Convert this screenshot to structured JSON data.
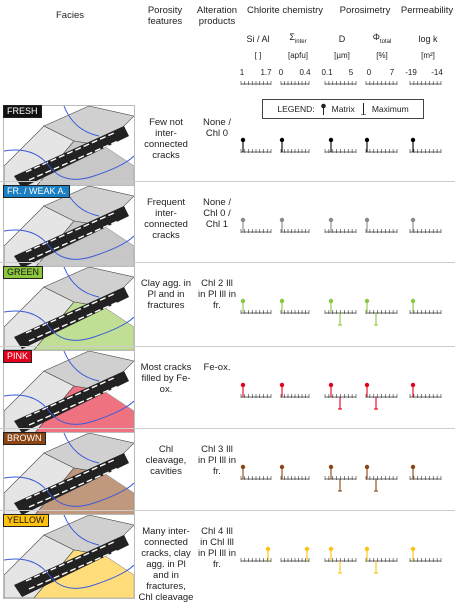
{
  "headers": {
    "facies": "Facies",
    "porosity_features": "Porosity features",
    "alteration_products": "Alteration products",
    "chlorite_chemistry": "Chlorite chemistry",
    "porosimetry": "Porosimetry",
    "permeability": "Permeability",
    "si_al": "Si / Al",
    "sigma": "Σ",
    "sigma_sub": "inter",
    "d": "D",
    "phi": "Φ",
    "phi_sub": "total",
    "logk": "log k",
    "unit_siai": "[ ]",
    "unit_sigma": "[apfu]",
    "unit_d": "[µm]",
    "unit_phi": "[%]",
    "unit_logk": "[m²]"
  },
  "axes": {
    "si_al": {
      "min": "1",
      "max": "1.7"
    },
    "sigma": {
      "min": "0",
      "max": "0.4"
    },
    "d": {
      "min": "0.1",
      "max": "5"
    },
    "phi": {
      "min": "0",
      "max": "7"
    },
    "logk": {
      "min": "-19",
      "max": "-14"
    }
  },
  "legend": {
    "title": "LEGEND:",
    "matrix": "Matrix",
    "maximum": "Maximum"
  },
  "facies": [
    {
      "name": "FRESH",
      "tag_bg": "#111111",
      "tag_fg": "#ffffff",
      "color": "#000000",
      "porosity": "Few not inter-connected cracks",
      "alteration": "None / Chl 0"
    },
    {
      "name": "FR. / WEAK A.",
      "tag_bg": "#1b7fc4",
      "tag_fg": "#ffffff",
      "color": "#888888",
      "porosity": "Frequent inter-connected cracks",
      "alteration": "None / Chl 0 / Chl 1"
    },
    {
      "name": "GREEN",
      "tag_bg": "#8dc63f",
      "tag_fg": "#111111",
      "color": "#8dc63f",
      "porosity": "Clay agg. in Pl and in fractures",
      "alteration": "Chl 2 Ill in Pl Ill in fr."
    },
    {
      "name": "PINK",
      "tag_bg": "#e3001b",
      "tag_fg": "#ffffff",
      "color": "#e3001b",
      "porosity": "Most cracks filled by Fe-ox.",
      "alteration": "Fe-ox."
    },
    {
      "name": "BROWN",
      "tag_bg": "#8b4513",
      "tag_fg": "#ffffff",
      "color": "#8b4513",
      "porosity": "Chl cleavage, cavities",
      "alteration": "Chl 3 Ill in Pl Ill in fr."
    },
    {
      "name": "YELLOW",
      "tag_bg": "#ffc20e",
      "tag_fg": "#111111",
      "color": "#ffc20e",
      "porosity": "Many inter-connected cracks, clay agg. in Pl and in fractures, Chl cleavage",
      "alteration": "Chl 4 Ill in Chl Ill in Pl Ill in fr."
    }
  ]
}
